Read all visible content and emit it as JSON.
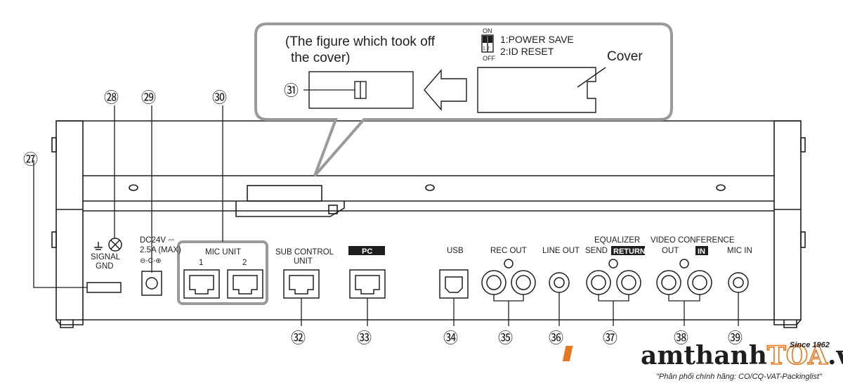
{
  "callout": {
    "caption_line1": "(The figure which took off",
    "caption_line2": "the cover)",
    "switch_on": "ON",
    "switch_off": "OFF",
    "switch_positions": "1 2",
    "switch_1": "1:POWER SAVE",
    "switch_2": "2:ID RESET",
    "cover_label": "Cover"
  },
  "labels": {
    "ground": "SIGNAL",
    "ground_2": "GND",
    "dc_1": "DC24V ⎓",
    "dc_2": "2.5A (MAX)",
    "dc_polarity": "⊖-C-⊕",
    "mic_unit": "MIC UNIT",
    "mic_1": "1",
    "mic_2": "2",
    "sub_control_1": "SUB CONTROL",
    "sub_control_2": "UNIT",
    "pc": "PC",
    "usb": "USB",
    "rec_out": "REC OUT",
    "line_out": "LINE OUT",
    "equalizer": "EQUALIZER",
    "eq_send": "SEND",
    "eq_return": "RETURN",
    "video_conference": "VIDEO CONFERENCE",
    "vc_out": "OUT",
    "vc_in": "IN",
    "mic_in": "MIC IN"
  },
  "callout_numbers": [
    "㉗",
    "㉘",
    "㉙",
    "㉚",
    "㉛",
    "㉜",
    "㉝",
    "㉞",
    "㉟",
    "㊱",
    "㊲",
    "㊳",
    "㊴"
  ],
  "watermark": {
    "brand_part1": "amthanh",
    "brand_part2": "TOA",
    "brand_part3": ".vn",
    "since": "Since 1962",
    "tagline": "\"Phân phối chính hãng: CO/CQ-VAT-Packinglist\"",
    "color_dark": "#1e1e1e",
    "color_accent": "#e8761e"
  }
}
